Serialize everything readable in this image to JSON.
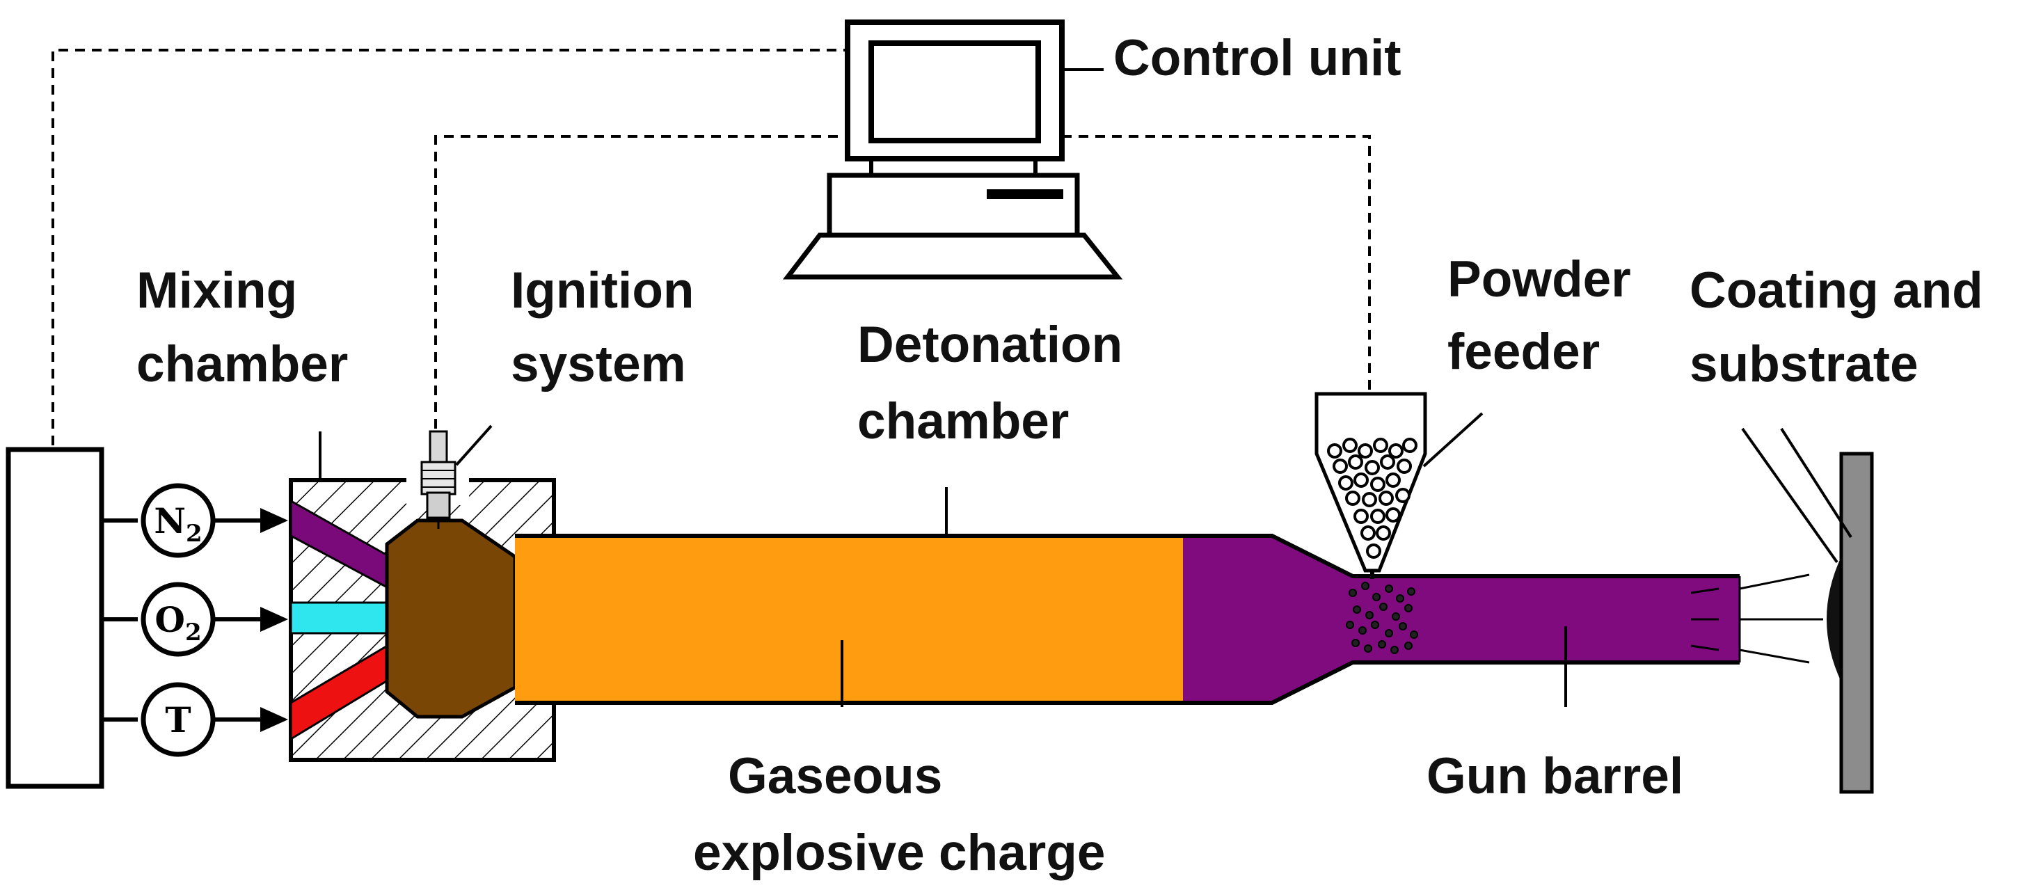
{
  "labels": {
    "control_unit": "Control unit",
    "mixing_chamber": [
      "Mixing",
      "chamber"
    ],
    "ignition_system": [
      "Ignition",
      "system"
    ],
    "detonation_chamber": [
      "Detonation",
      "chamber"
    ],
    "powder_feeder": [
      "Powder",
      "feeder"
    ],
    "coating_substrate": [
      "Coating and",
      "substrate"
    ],
    "gaseous_charge": [
      "Gaseous",
      "explosive charge"
    ],
    "gun_barrel": "Gun barrel"
  },
  "gas_inlets": [
    {
      "symbol": "N",
      "subscript": "2",
      "line_color": "#7a0a7a"
    },
    {
      "symbol": "O",
      "subscript": "2",
      "line_color": "#2fe6ee"
    },
    {
      "symbol": "T",
      "subscript": "",
      "line_color": "#ee1111"
    }
  ],
  "colors": {
    "explosive_charge": "#ff9c0f",
    "ignition_zone": "#7a4606",
    "barrel_gas": "#7f0b7f",
    "substrate": "#8c8c8c"
  }
}
